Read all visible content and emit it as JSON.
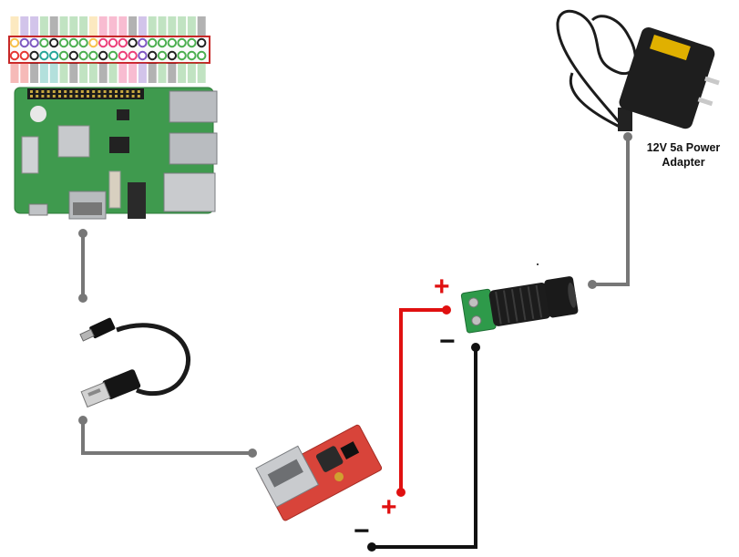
{
  "labels": {
    "power_adapter": "12V 5a Power\nAdapter",
    "plus_sign": "+",
    "minus_sign": "−"
  },
  "pin_colors": {
    "pin_3v3": "#f7c14b",
    "pin_5v": "#e53935",
    "pin_gnd": "#222222",
    "pin_gpio": "#4caf50",
    "pin_i2c": "#7e57c2",
    "pin_spi": "#ec407a",
    "pin_uart": "#26a69a"
  },
  "colors": {
    "wire_gray": "#777777",
    "wire_red": "#e01010",
    "wire_black": "#111111",
    "pcb_green": "#3a9a4a",
    "converter_red": "#d8443a",
    "terminal_green": "#2e9a4a"
  },
  "icons": [
    "raspberry-pi-board",
    "usb-cable",
    "dc-dc-converter",
    "dc-barrel-jack",
    "power-adapter"
  ]
}
